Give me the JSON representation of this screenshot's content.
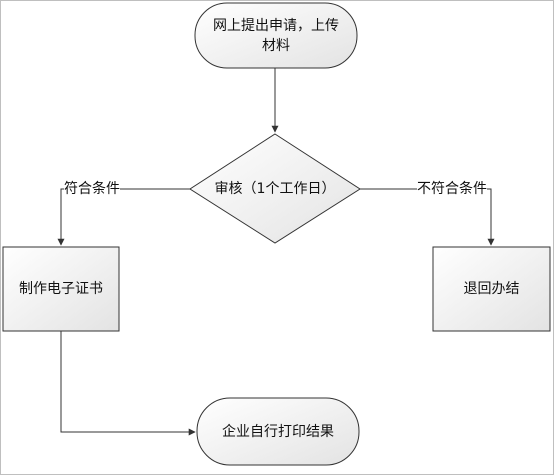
{
  "colors": {
    "border": "#333333",
    "fill_light": "#ffffff",
    "fill_dark": "#e3e3e3",
    "line": "#333333"
  },
  "nodes": {
    "start": {
      "line1": "网上提出申请，上传",
      "line2": "材料"
    },
    "review": {
      "text": "审核（1个工作日）"
    },
    "make_cert": {
      "text": "制作电子证书"
    },
    "reject": {
      "text": "退回办结"
    },
    "print": {
      "text": "企业自行打印结果"
    }
  },
  "edges": {
    "pass_label": "符合条件",
    "fail_label": "不符合条件"
  }
}
